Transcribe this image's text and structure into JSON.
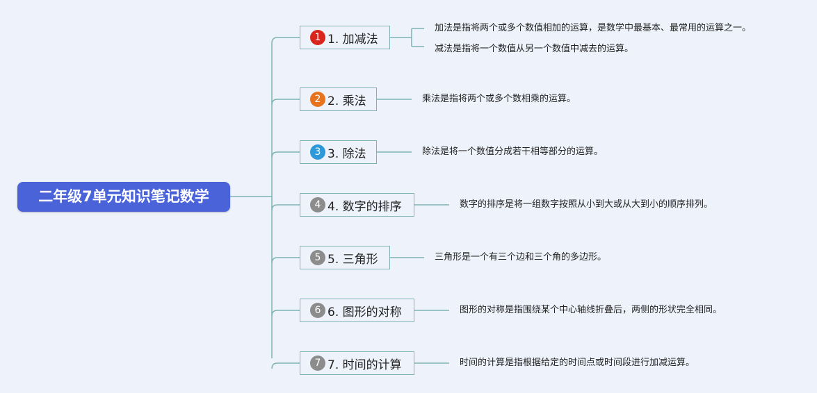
{
  "root": {
    "title": "二年级7单元知识笔记数学"
  },
  "colors": {
    "root_bg": "#4a63d8",
    "line": "#7fb3b3",
    "background": "#eef2fb"
  },
  "topics": [
    {
      "number": "1",
      "label": "1. 加减法",
      "badge_color": "#d9261c",
      "descriptions": [
        "加法是指将两个或多个数值相加的运算，是数学中最基本、最常用的运算之一。",
        "减法是指将一个数值从另一个数值中减去的运算。"
      ]
    },
    {
      "number": "2",
      "label": "2. 乘法",
      "badge_color": "#e8731e",
      "descriptions": [
        "乘法是指将两个或多个数相乘的运算。"
      ]
    },
    {
      "number": "3",
      "label": "3. 除法",
      "badge_color": "#2f98d8",
      "descriptions": [
        "除法是将一个数值分成若干相等部分的运算。"
      ]
    },
    {
      "number": "4",
      "label": "4. 数字的排序",
      "badge_color": "#8c8c8c",
      "descriptions": [
        "数字的排序是将一组数字按照从小到大或从大到小的顺序排列。"
      ]
    },
    {
      "number": "5",
      "label": "5. 三角形",
      "badge_color": "#8c8c8c",
      "descriptions": [
        "三角形是一个有三个边和三个角的多边形。"
      ]
    },
    {
      "number": "6",
      "label": "6. 图形的对称",
      "badge_color": "#8c8c8c",
      "descriptions": [
        "图形的对称是指围绕某个中心轴线折叠后，两侧的形状完全相同。"
      ]
    },
    {
      "number": "7",
      "label": "7. 时间的计算",
      "badge_color": "#8c8c8c",
      "descriptions": [
        "时间的计算是指根据给定的时间点或时间段进行加减运算。"
      ]
    }
  ]
}
